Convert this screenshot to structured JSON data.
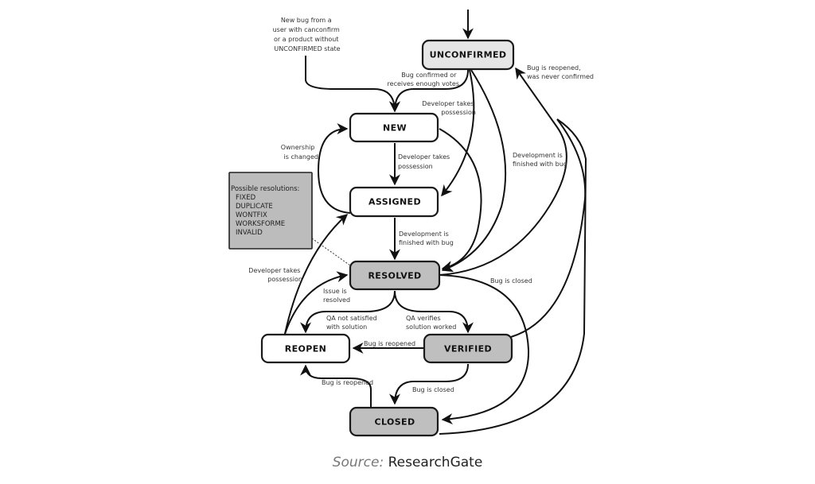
{
  "diagram": {
    "title": "Bugzilla bug life cycle",
    "colors": {
      "state_active": "#ffffff",
      "state_unconfirmed": "#e6e6e6",
      "state_terminal": "#bfbfbf",
      "note": "#bcbcbc",
      "line": "#111111"
    },
    "nodes": [
      {
        "id": "UNCONFIRMED",
        "label": "UNCONFIRMED",
        "style": "unconfirmed"
      },
      {
        "id": "NEW",
        "label": "NEW",
        "style": "active"
      },
      {
        "id": "ASSIGNED",
        "label": "ASSIGNED",
        "style": "active"
      },
      {
        "id": "RESOLVED",
        "label": "RESOLVED",
        "style": "terminal"
      },
      {
        "id": "REOPEN",
        "label": "REOPEN",
        "style": "active"
      },
      {
        "id": "VERIFIED",
        "label": "VERIFIED",
        "style": "terminal"
      },
      {
        "id": "CLOSED",
        "label": "CLOSED",
        "style": "terminal"
      }
    ],
    "edges": [
      {
        "from": "START",
        "to": "UNCONFIRMED",
        "label": ""
      },
      {
        "from": "START_NEW",
        "to": "NEW",
        "label": "New bug from a user with canconfirm or a product without UNCONFIRMED state"
      },
      {
        "from": "UNCONFIRMED",
        "to": "NEW",
        "label": "Bug confirmed or receives enough votes"
      },
      {
        "from": "UNCONFIRMED",
        "to": "ASSIGNED",
        "label": "Developer takes possession"
      },
      {
        "from": "UNCONFIRMED",
        "to": "RESOLVED",
        "label": "Development is finished with bug"
      },
      {
        "from": "NEW",
        "to": "ASSIGNED",
        "label": "Developer takes possession"
      },
      {
        "from": "ASSIGNED",
        "to": "NEW",
        "label": "Ownership is changed"
      },
      {
        "from": "NEW",
        "to": "RESOLVED",
        "label": ""
      },
      {
        "from": "ASSIGNED",
        "to": "RESOLVED",
        "label": "Development is finished with bug"
      },
      {
        "from": "RESOLVED",
        "to": "UNCONFIRMED",
        "label": "Bug is reopened, was never confirmed"
      },
      {
        "from": "RESOLVED",
        "to": "REOPEN",
        "label": "QA not satisfied with solution"
      },
      {
        "from": "RESOLVED",
        "to": "VERIFIED",
        "label": "QA verifies solution worked"
      },
      {
        "from": "RESOLVED",
        "to": "CLOSED",
        "label": "Bug is closed"
      },
      {
        "from": "REOPEN",
        "to": "ASSIGNED",
        "label": "Developer takes possession"
      },
      {
        "from": "REOPEN",
        "to": "RESOLVED",
        "label": "Issue is resolved"
      },
      {
        "from": "VERIFIED",
        "to": "REOPEN",
        "label": "Bug is reopened"
      },
      {
        "from": "VERIFIED",
        "to": "CLOSED",
        "label": "Bug is closed"
      },
      {
        "from": "VERIFIED",
        "to": "UNCONFIRMED",
        "label": ""
      },
      {
        "from": "CLOSED",
        "to": "REOPEN",
        "label": "Bug is reopened"
      },
      {
        "from": "CLOSED",
        "to": "UNCONFIRMED",
        "label": ""
      }
    ],
    "labels": {
      "new_bug": [
        "New bug from a",
        "user with canconfirm",
        "or a product without",
        "UNCONFIRMED state"
      ],
      "confirmed": [
        "Bug confirmed or",
        "receives enough votes"
      ],
      "dev_takes_1": [
        "Developer takes",
        "possession"
      ],
      "dev_takes_2": [
        "Developer takes",
        "possession"
      ],
      "dev_takes_3": [
        "Developer takes",
        "possession"
      ],
      "dev_finished_1": [
        "Development is",
        "finished with bug"
      ],
      "dev_finished_2": [
        "Development is",
        "finished with bug"
      ],
      "ownership": [
        "Ownership",
        "is changed"
      ],
      "reopened_never": [
        "Bug is reopened,",
        "was never confirmed"
      ],
      "bug_closed_1": "Bug is closed",
      "bug_closed_2": "Bug is closed",
      "issue_resolved": [
        "Issue is",
        "resolved"
      ],
      "qa_not_satisfied": [
        "QA not satisfied",
        "with solution"
      ],
      "qa_verifies": [
        "QA verifies",
        "solution worked"
      ],
      "bug_reopened_1": "Bug is reopened",
      "bug_reopened_2": "Bug is reopened"
    },
    "note": {
      "title": "Possible resolutions:",
      "items": [
        "FIXED",
        "DUPLICATE",
        "WONTFIX",
        "WORKSFORME",
        "INVALID"
      ]
    }
  },
  "caption": {
    "source_label": "Source:",
    "source_name": "ResearchGate"
  }
}
